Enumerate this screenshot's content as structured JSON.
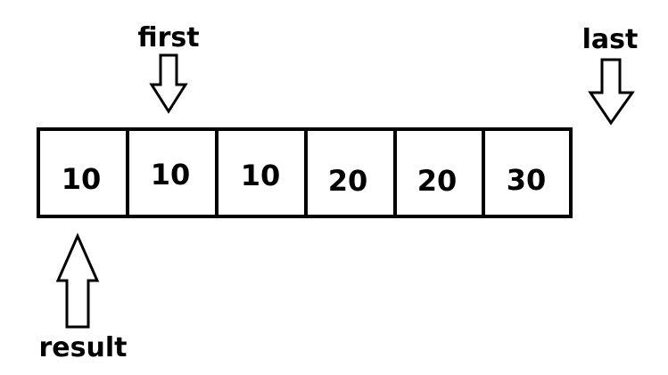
{
  "array": {
    "cells": [
      "10",
      "10",
      "10",
      "20",
      "20",
      "30"
    ]
  },
  "pointers": {
    "first_label": "first",
    "last_label": "last",
    "result_label": "result"
  },
  "colors": {
    "stroke": "#000000",
    "fill": "#ffffff"
  }
}
